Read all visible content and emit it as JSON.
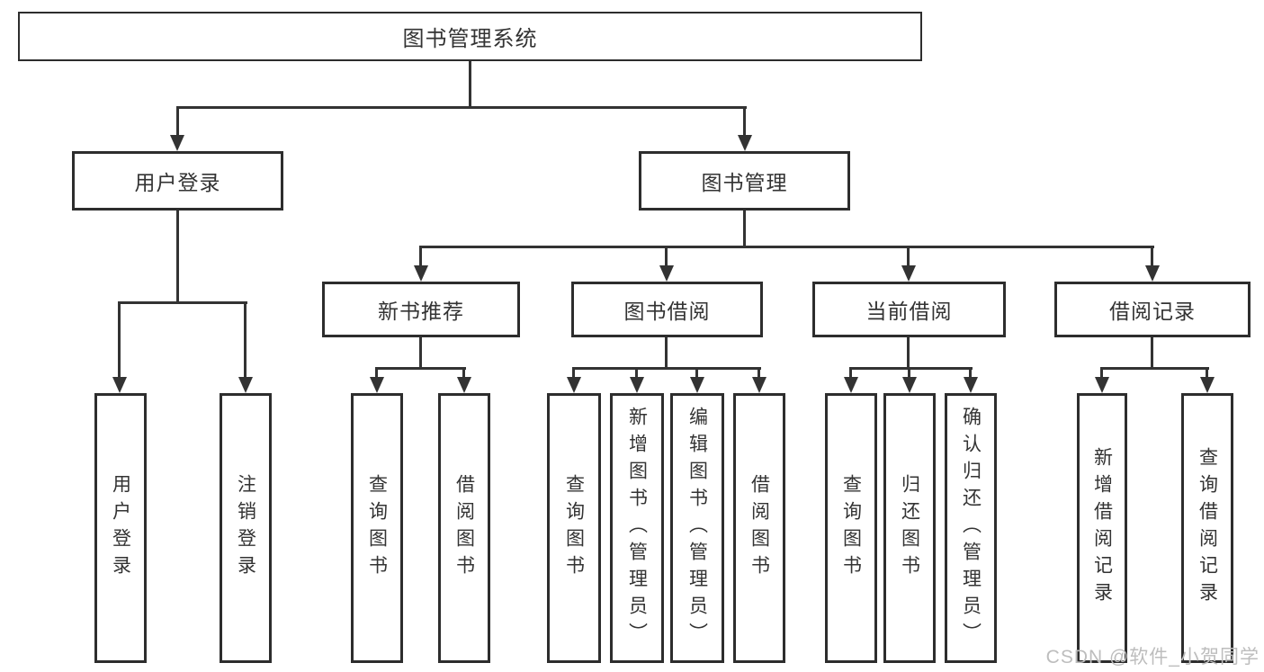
{
  "colors": {
    "line": "#333333",
    "box_border": "#2d2d2d",
    "text": "#333333",
    "watermark": "#bdbdbd",
    "background": "#ffffff"
  },
  "diagram": {
    "root": {
      "label": "图书管理系统"
    },
    "level2": [
      {
        "label": "用户登录"
      },
      {
        "label": "图书管理"
      }
    ],
    "level3": [
      {
        "label": "新书推荐",
        "parent": "图书管理"
      },
      {
        "label": "图书借阅",
        "parent": "图书管理"
      },
      {
        "label": "当前借阅",
        "parent": "图书管理"
      },
      {
        "label": "借阅记录",
        "parent": "图书管理"
      }
    ],
    "leaves": [
      {
        "label": "用户登录",
        "parent": "用户登录"
      },
      {
        "label": "注销登录",
        "parent": "用户登录"
      },
      {
        "label": "查询图书",
        "parent": "新书推荐"
      },
      {
        "label": "借阅图书",
        "parent": "新书推荐"
      },
      {
        "label": "查询图书",
        "parent": "图书借阅"
      },
      {
        "label": "新增图书（管理员）",
        "parent": "图书借阅"
      },
      {
        "label": "编辑图书（管理员）",
        "parent": "图书借阅"
      },
      {
        "label": "借阅图书",
        "parent": "图书借阅"
      },
      {
        "label": "查询图书",
        "parent": "当前借阅"
      },
      {
        "label": "归还图书",
        "parent": "当前借阅"
      },
      {
        "label": "确认归还（管理员）",
        "parent": "当前借阅"
      },
      {
        "label": "新增借阅记录",
        "parent": "借阅记录"
      },
      {
        "label": "查询借阅记录",
        "parent": "借阅记录"
      }
    ]
  },
  "watermark": {
    "text": "CSDN @软件_小贺同学"
  }
}
